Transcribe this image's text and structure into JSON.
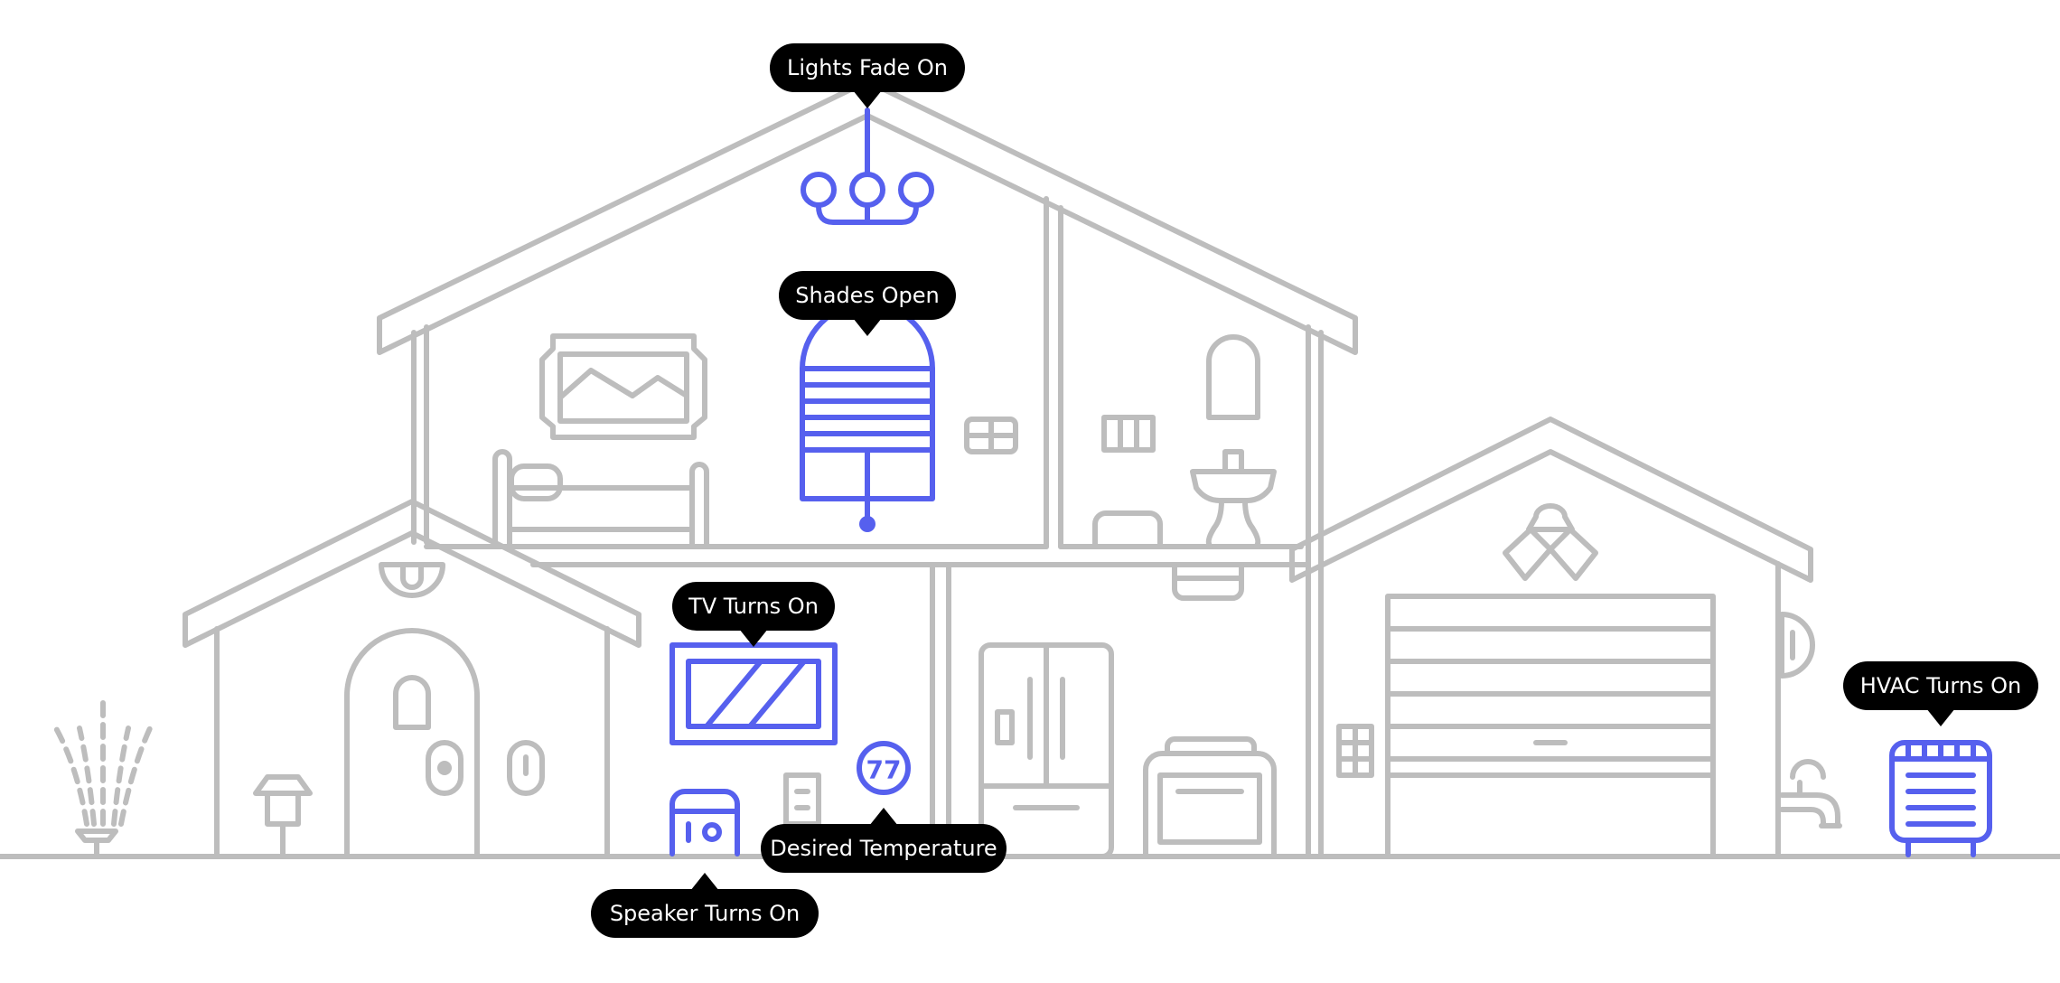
{
  "labels": {
    "lights": "Lights Fade On",
    "shades": "Shades Open",
    "tv": "TV Turns On",
    "hvac": "HVAC Turns On",
    "temperature": "Desired Temperature",
    "speaker": "Speaker Turns On"
  },
  "thermostat": {
    "value": "77"
  },
  "icons": {
    "lights": "chandelier-icon",
    "shades": "window-shade-icon",
    "tv": "tv-icon",
    "hvac": "hvac-unit-icon",
    "thermostat": "thermostat-icon",
    "speaker": "speaker-icon"
  },
  "colors": {
    "active": "#5660ee",
    "inactive": "#bdbdbd",
    "label_bg": "#000000",
    "label_text": "#ffffff"
  }
}
